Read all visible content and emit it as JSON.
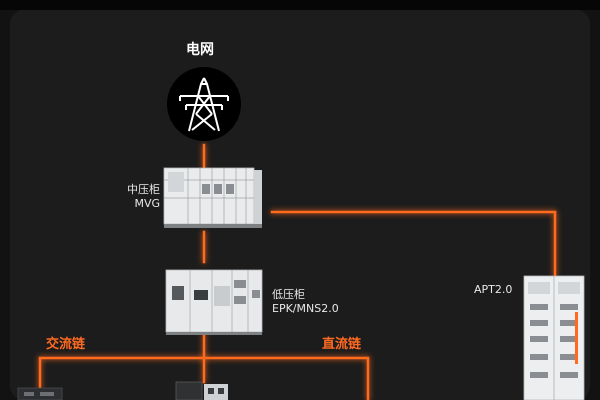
{
  "grid": {
    "label": "电网"
  },
  "mvg": {
    "label_cn": "中压柜",
    "label_en": "MVG"
  },
  "lv": {
    "label_cn": "低压柜",
    "label_en": "EPK/MNS2.0"
  },
  "apt": {
    "label": "APT2.0"
  },
  "ac_chain": {
    "label": "交流链"
  },
  "dc_chain": {
    "label": "直流链"
  },
  "colors": {
    "wire": "#ff6a1f",
    "background": "#1c1c1c",
    "cabinet": "#e9ebec"
  },
  "icons": [
    "power-tower-icon"
  ]
}
